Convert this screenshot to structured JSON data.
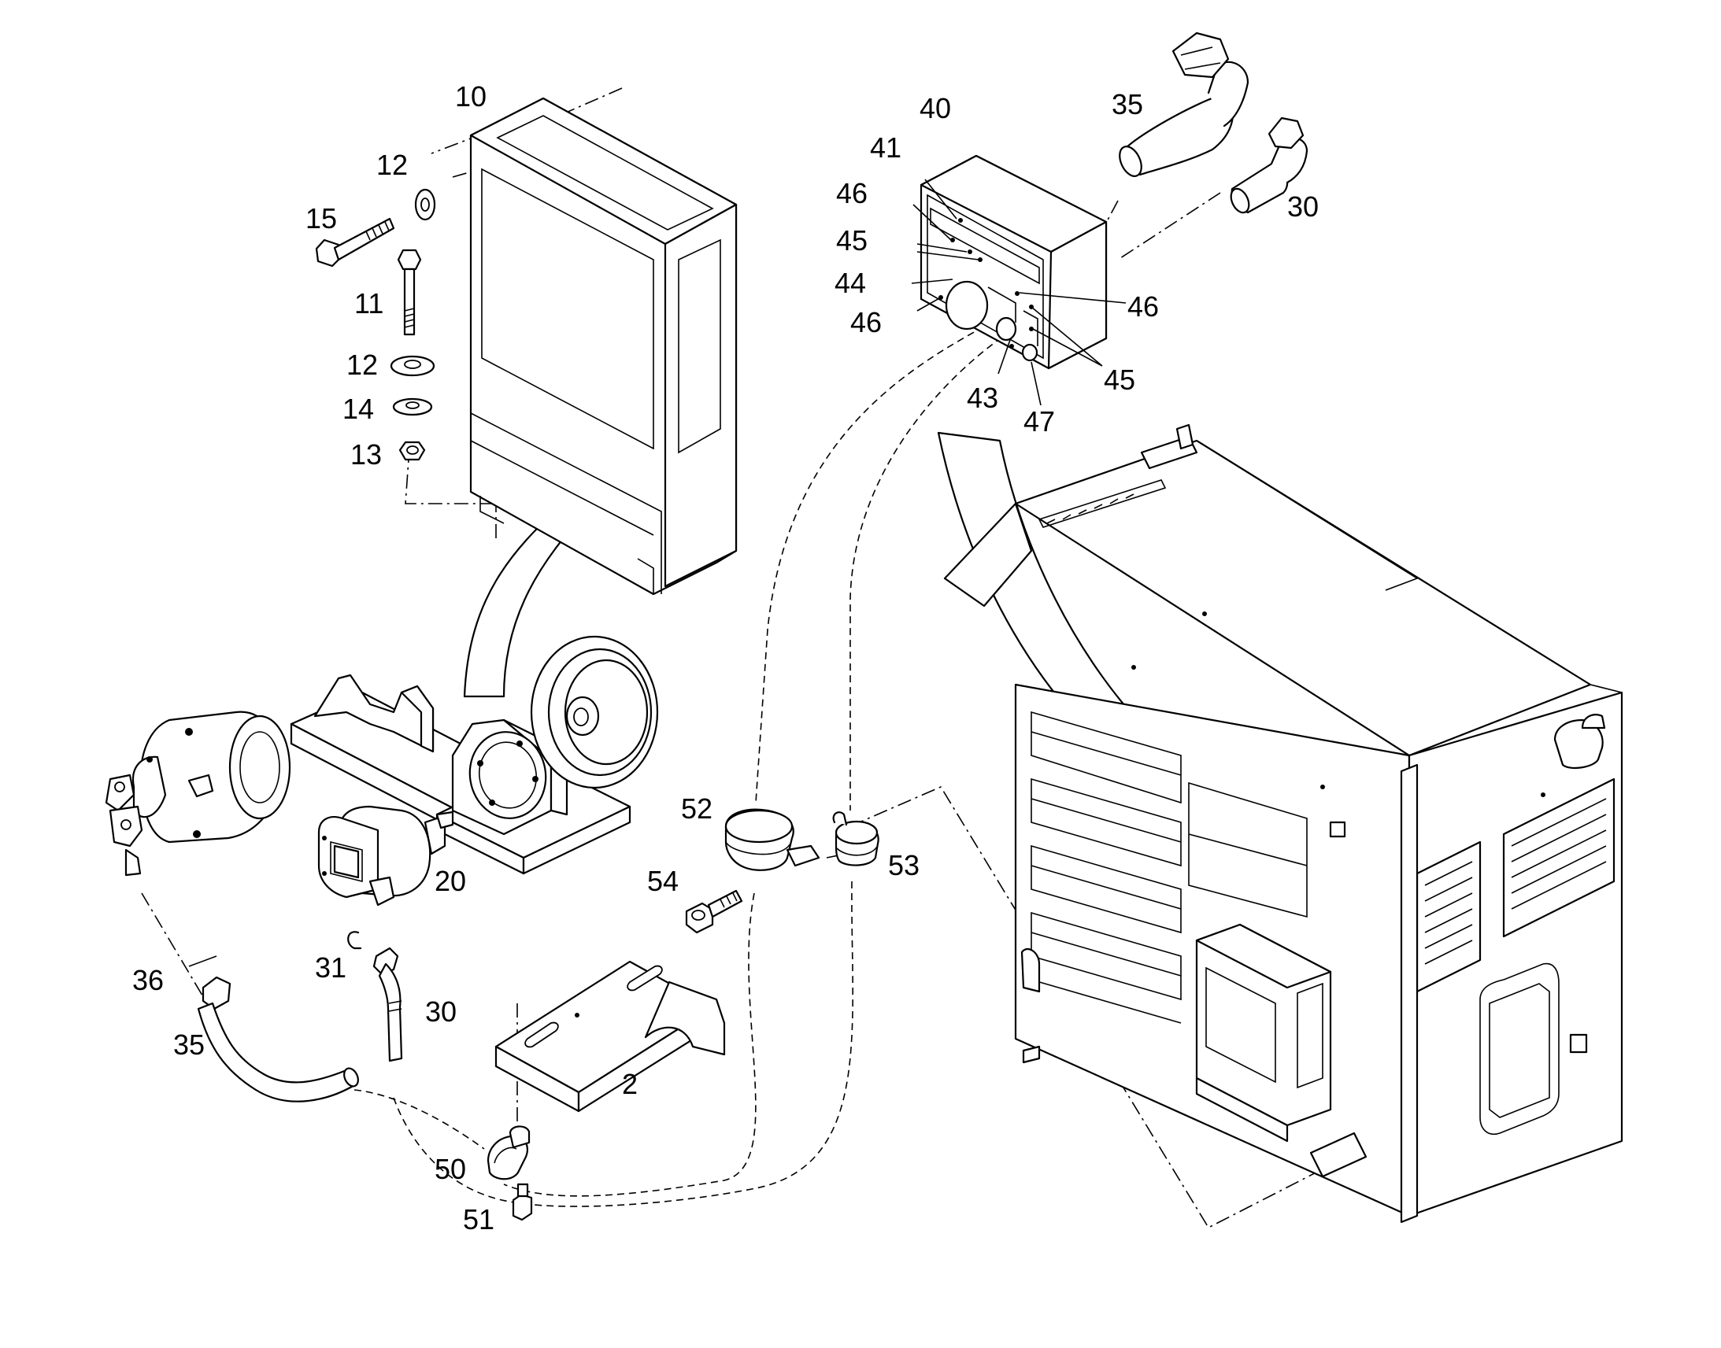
{
  "diagram": {
    "callouts": [
      {
        "id": "c10",
        "text": "10"
      },
      {
        "id": "c12a",
        "text": "12"
      },
      {
        "id": "c15",
        "text": "15"
      },
      {
        "id": "c11",
        "text": "11"
      },
      {
        "id": "c12b",
        "text": "12"
      },
      {
        "id": "c14",
        "text": "14"
      },
      {
        "id": "c13",
        "text": "13"
      },
      {
        "id": "c40",
        "text": "40"
      },
      {
        "id": "c41",
        "text": "41"
      },
      {
        "id": "c46a",
        "text": "46"
      },
      {
        "id": "c45a",
        "text": "45"
      },
      {
        "id": "c44",
        "text": "44"
      },
      {
        "id": "c46b",
        "text": "46"
      },
      {
        "id": "c46c",
        "text": "46"
      },
      {
        "id": "c45b",
        "text": "45"
      },
      {
        "id": "c43",
        "text": "43"
      },
      {
        "id": "c47",
        "text": "47"
      },
      {
        "id": "c35a",
        "text": "35"
      },
      {
        "id": "c30a",
        "text": "30"
      },
      {
        "id": "c20",
        "text": "20"
      },
      {
        "id": "c52",
        "text": "52"
      },
      {
        "id": "c53",
        "text": "53"
      },
      {
        "id": "c54",
        "text": "54"
      },
      {
        "id": "c36",
        "text": "36"
      },
      {
        "id": "c31",
        "text": "31"
      },
      {
        "id": "c30b",
        "text": "30"
      },
      {
        "id": "c35b",
        "text": "35"
      },
      {
        "id": "c2",
        "text": "2"
      },
      {
        "id": "c50",
        "text": "50"
      },
      {
        "id": "c51",
        "text": "51"
      }
    ]
  }
}
